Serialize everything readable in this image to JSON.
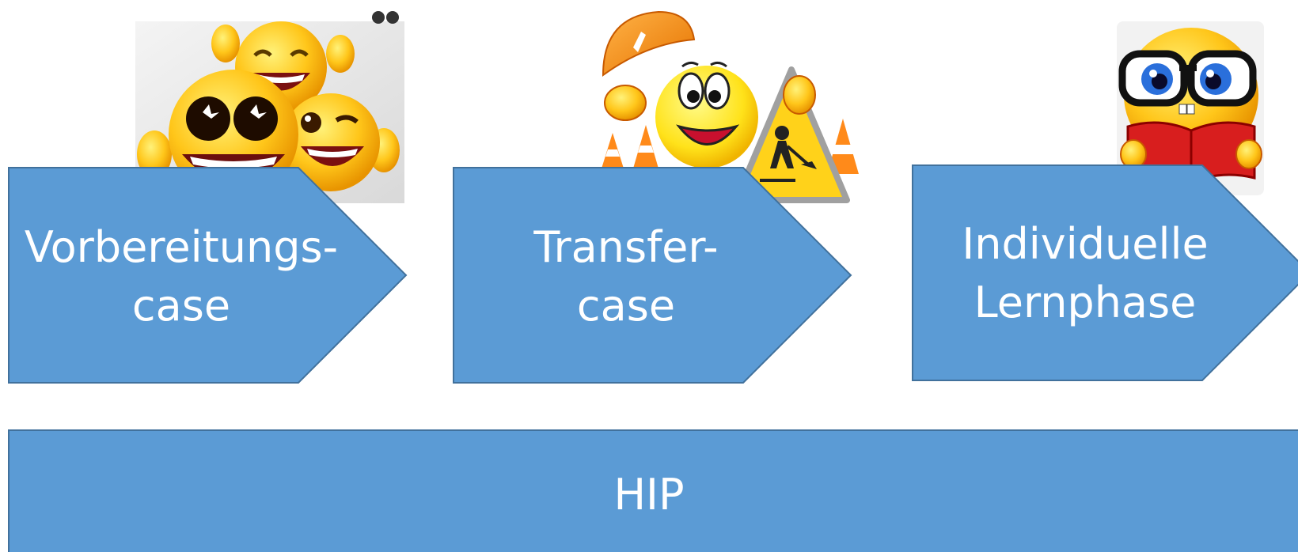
{
  "colors": {
    "shape_fill": "#5b9bd5",
    "shape_stroke": "#41719c",
    "text": "#ffffff",
    "background": "#ffffff"
  },
  "steps": [
    {
      "line1": "Vorbereitungs-",
      "line2": "case",
      "picture": "laughing-emoji-group-picture"
    },
    {
      "line1": "Transfer-",
      "line2": "case",
      "picture": "construction-emoji-picture"
    },
    {
      "line1": "Individuelle",
      "line2": "Lernphase",
      "picture": "reading-emoji-with-glasses-picture"
    }
  ],
  "bottom_bar": {
    "label": "HIP"
  }
}
